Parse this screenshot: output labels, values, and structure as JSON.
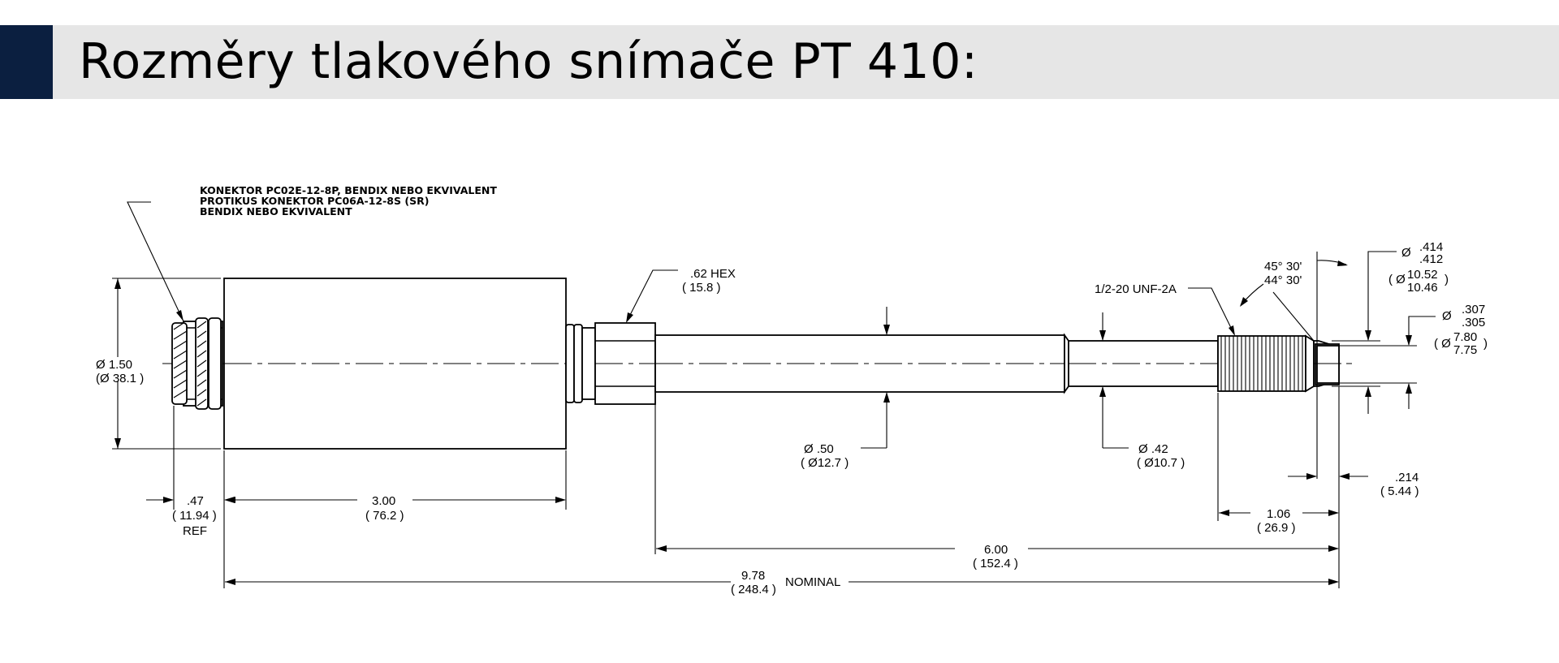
{
  "title": "Rozměry tlakového snímače PT 410:",
  "colors": {
    "accent": "#0b1f40",
    "title_bar": "#e6e6e6"
  },
  "connector_note": {
    "line1": "KONEKTOR PC02E-12-8P, BENDIX NEBO EKVIVALENT",
    "line2": "PROTIKUS KONEKTOR PC06A-12-8S (SR)",
    "line3": "BENDIX NEBO EKVIVALENT"
  },
  "dims": {
    "body_dia": {
      "in": "Ø 1.50",
      "mm": "(Ø 38.1 )"
    },
    "hex": {
      "in": ".62 HEX",
      "mm": "( 15.8 )"
    },
    "stem_dia": {
      "in": "Ø .50",
      "mm": "( Ø12.7 )"
    },
    "neck_dia": {
      "in": "Ø .42",
      "mm": "( Ø10.7 )"
    },
    "thread": {
      "label": "1/2-20 UNF-2A"
    },
    "angle": {
      "upper": "45° 30'",
      "lower": "44° 30'"
    },
    "cone_dia": {
      "prefix": "Ø",
      "in_max": ".414",
      "in_min": ".412",
      "open": "( Ø",
      "mm_max": "10.52",
      "mm_min": "10.46",
      "close": ")"
    },
    "tip_dia": {
      "prefix": "Ø",
      "in_max": ".307",
      "in_min": ".305",
      "open": "( Ø",
      "mm_max": "7.80",
      "mm_min": "7.75",
      "close": ")"
    },
    "connector_len": {
      "in": ".47",
      "mm": "( 11.94 )",
      "note": "REF"
    },
    "body_len": {
      "in": "3.00",
      "mm": "( 76.2 )"
    },
    "tip_len": {
      "in": ".214",
      "mm": "( 5.44 )"
    },
    "thread_len": {
      "in": "1.06",
      "mm": "( 26.9 )"
    },
    "stem_len": {
      "in": "6.00",
      "mm": "( 152.4 )"
    },
    "overall_len": {
      "in": "9.78",
      "mm": "( 248.4 )",
      "note": "NOMINAL"
    }
  }
}
